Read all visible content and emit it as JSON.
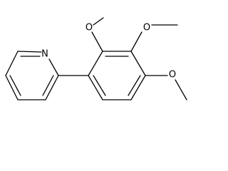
{
  "molecule": {
    "atoms": {
      "pyridine_n": "N",
      "o_2": "O",
      "o_3": "O",
      "o_4": "O"
    },
    "colors": {
      "bond": "#000000",
      "label": "#000000",
      "background": "#ffffff"
    }
  }
}
